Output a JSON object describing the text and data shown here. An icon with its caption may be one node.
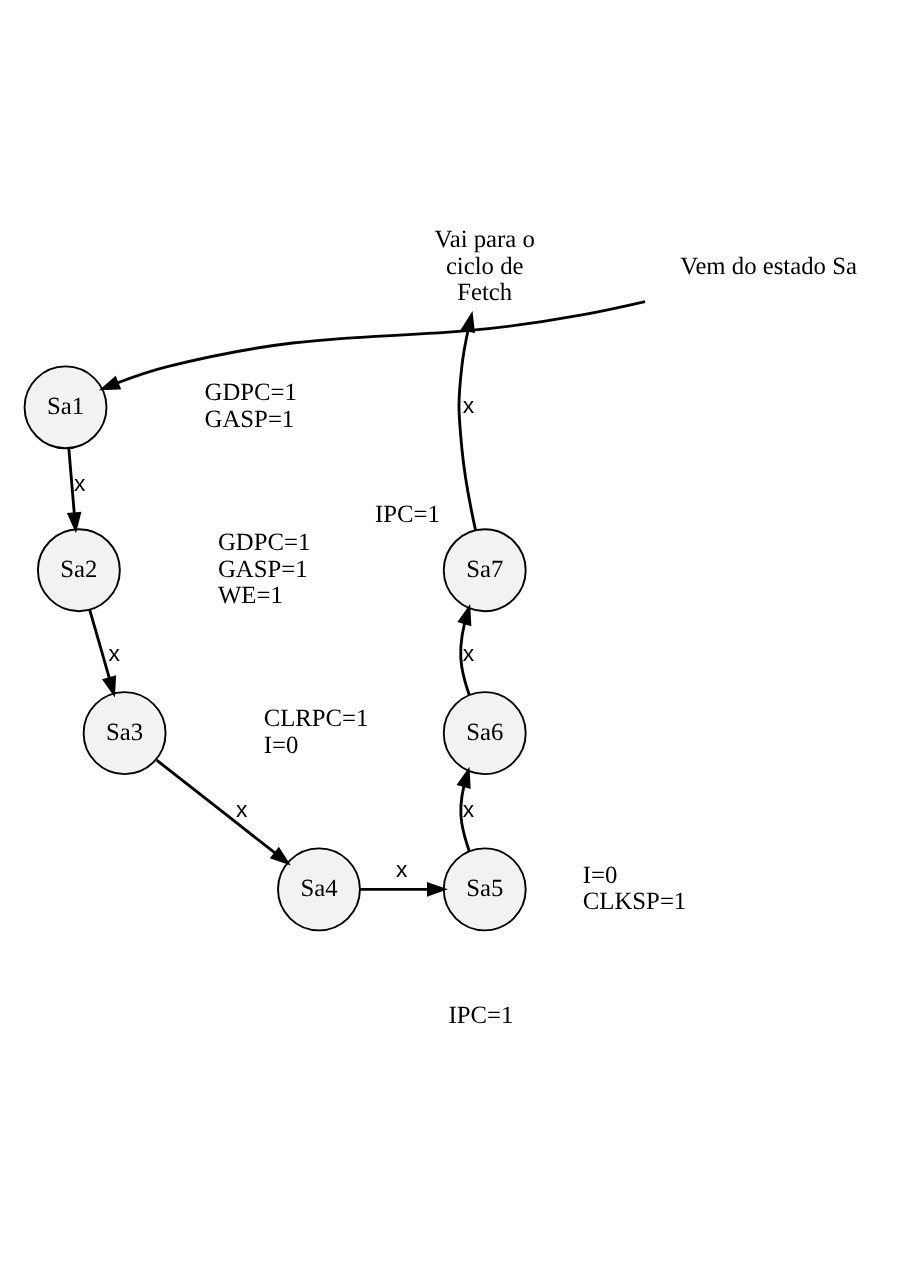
{
  "diagram": {
    "nodes": [
      {
        "text": [
          "Vem do estado Sa"
        ]
      },
      {
        "text": [
          "Sa1"
        ],
        "beside": [
          "GDPC=1",
          "GASP=1"
        ]
      },
      {
        "text": [
          "Sa2"
        ],
        "beside": [
          "GDPC=1",
          "GASP=1",
          "WE=1"
        ]
      },
      {
        "text": [
          "Sa3"
        ],
        "beside": [
          "CLRPC=1",
          "I=0"
        ]
      },
      {
        "text": [
          "Sa4"
        ],
        "beside": [
          "I=0",
          "CLKSP=1"
        ]
      },
      {
        "text": [
          "Sa5"
        ],
        "beside": [
          "IPC=1"
        ]
      },
      {
        "text": [
          "Sa6"
        ]
      },
      {
        "text": [
          "Sa7"
        ],
        "beside": [
          "IPC=1"
        ]
      },
      {
        "text": [
          "Vai para o ciclo de Fetch"
        ]
      }
    ],
    "edges": [
      {
        "from": 0,
        "to": 1,
        "arrow": "to"
      },
      {
        "from": 1,
        "to": 2,
        "arrow": "to",
        "label": "x"
      },
      {
        "from": 2,
        "to": 3,
        "arrow": "to",
        "label": "x"
      },
      {
        "from": 3,
        "to": 4,
        "arrow": "to",
        "label": "x"
      },
      {
        "from": 4,
        "to": 5,
        "arrow": "to",
        "label": "x"
      },
      {
        "from": 5,
        "to": 6,
        "arrow": "to",
        "label": "x"
      },
      {
        "from": 6,
        "to": 7,
        "arrow": "to",
        "label": "x"
      },
      {
        "from": 7,
        "to": 8,
        "arrow": "to",
        "label": "x"
      }
    ]
  }
}
